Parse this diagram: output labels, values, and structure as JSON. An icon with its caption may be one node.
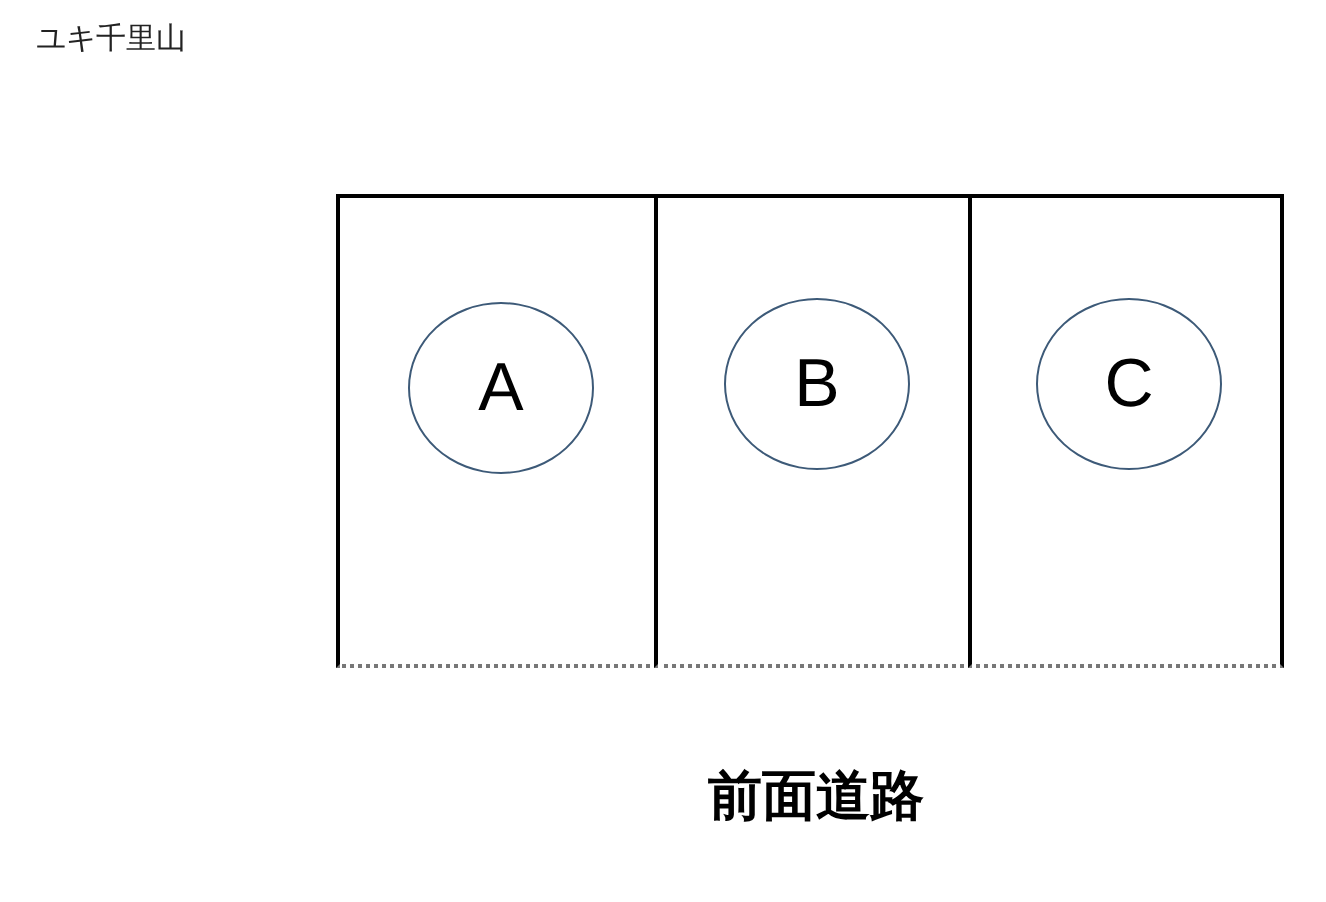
{
  "diagram": {
    "title": "ユキ千里山",
    "nodes": [
      {
        "text": [],
        "shape": "box"
      },
      {
        "text": [
          "A"
        ],
        "in": 0
      },
      {
        "text": [],
        "shape": "box"
      },
      {
        "text": [
          "B"
        ],
        "in": 2
      },
      {
        "text": [],
        "shape": "box"
      },
      {
        "text": [
          "C"
        ],
        "in": 4
      }
    ],
    "labels": [
      "前面道路"
    ]
  }
}
